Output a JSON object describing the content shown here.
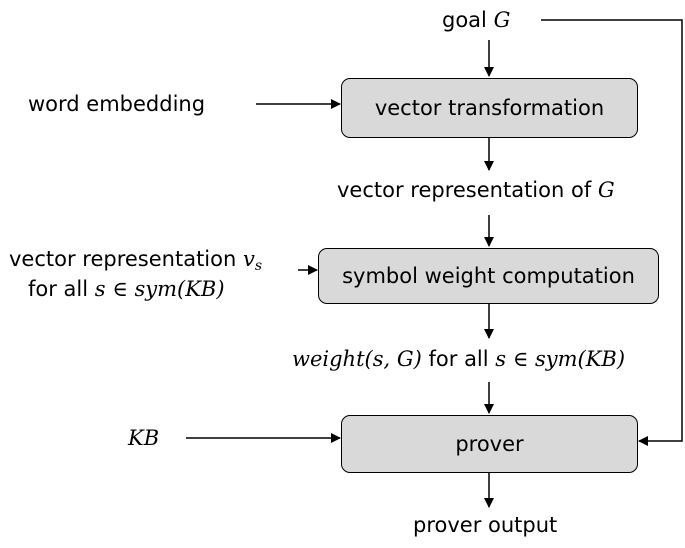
{
  "inputs": {
    "goal_text": "goal",
    "goal_symbol": "G",
    "word_embedding": "word embedding",
    "vector_rep_vs_text": "vector representation",
    "vector_rep_vs_symbol": "v",
    "vector_rep_vs_sub": "s",
    "for_all_text": "for all",
    "for_all_math": "s ∈ sym(KB)",
    "kb": "KB"
  },
  "boxes": {
    "vector_transformation": "vector transformation",
    "symbol_weight_computation": "symbol weight computation",
    "prover": "prover"
  },
  "intermediates": {
    "vector_rep_of_g_text": "vector representation of",
    "vector_rep_of_g_symbol": "G",
    "weight_math": "weight(s, G)",
    "weight_for_all_text": "for all",
    "weight_for_all_math": "s ∈ sym(KB)"
  },
  "outputs": {
    "prover_output": "prover output"
  }
}
